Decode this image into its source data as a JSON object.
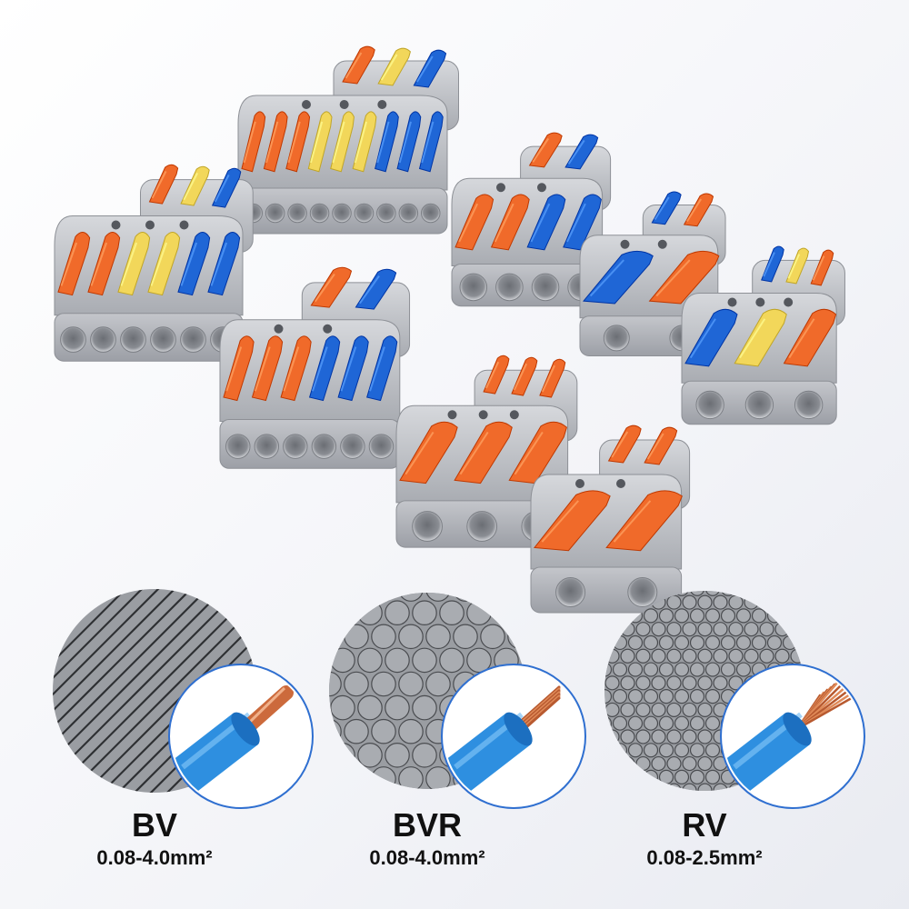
{
  "colors": {
    "orange": "#f06a2a",
    "yellow": "#f2d75a",
    "blue": "#1f66d6",
    "housing": "#b9bcc2",
    "housing_top": "#d3d5d9",
    "wire_blue": "#2e8fe0",
    "copper": "#cc6a3c"
  },
  "connectors": [
    {
      "name": "connector-9-way",
      "levers": [
        "orange",
        "orange",
        "orange",
        "yellow",
        "yellow",
        "yellow",
        "blue",
        "blue",
        "blue"
      ],
      "inputs": [
        "orange",
        "yellow",
        "blue"
      ]
    },
    {
      "name": "connector-6-way-tricolor",
      "levers": [
        "orange",
        "orange",
        "yellow",
        "yellow",
        "blue",
        "blue"
      ],
      "inputs": [
        "orange",
        "yellow",
        "blue"
      ]
    },
    {
      "name": "connector-6-way-bicolor",
      "levers": [
        "orange",
        "orange",
        "orange",
        "blue",
        "blue",
        "blue"
      ],
      "inputs": [
        "orange",
        "blue"
      ]
    },
    {
      "name": "connector-4-way",
      "levers": [
        "orange",
        "orange",
        "blue",
        "blue"
      ],
      "inputs": [
        "orange",
        "blue"
      ]
    },
    {
      "name": "connector-2-way-blue-orange",
      "levers": [
        "blue",
        "orange"
      ],
      "inputs": [
        "blue",
        "orange"
      ]
    },
    {
      "name": "connector-3-way-tricolor",
      "levers": [
        "blue",
        "yellow",
        "orange"
      ],
      "inputs": [
        "blue",
        "yellow",
        "orange"
      ]
    },
    {
      "name": "connector-3-way-orange",
      "levers": [
        "orange",
        "orange",
        "orange"
      ],
      "inputs": [
        "orange",
        "orange",
        "orange"
      ]
    },
    {
      "name": "connector-2-way-orange",
      "levers": [
        "orange",
        "orange"
      ],
      "inputs": [
        "orange",
        "orange"
      ]
    }
  ],
  "wires": [
    {
      "type": "BV",
      "range": "0.08-4.0mm²",
      "pattern": "diagonal-lines",
      "strand": "solid"
    },
    {
      "type": "BVR",
      "range": "0.08-4.0mm²",
      "pattern": "large-circles",
      "strand": "multi"
    },
    {
      "type": "RV",
      "range": "0.08-2.5mm²",
      "pattern": "small-circles",
      "strand": "flex"
    }
  ]
}
